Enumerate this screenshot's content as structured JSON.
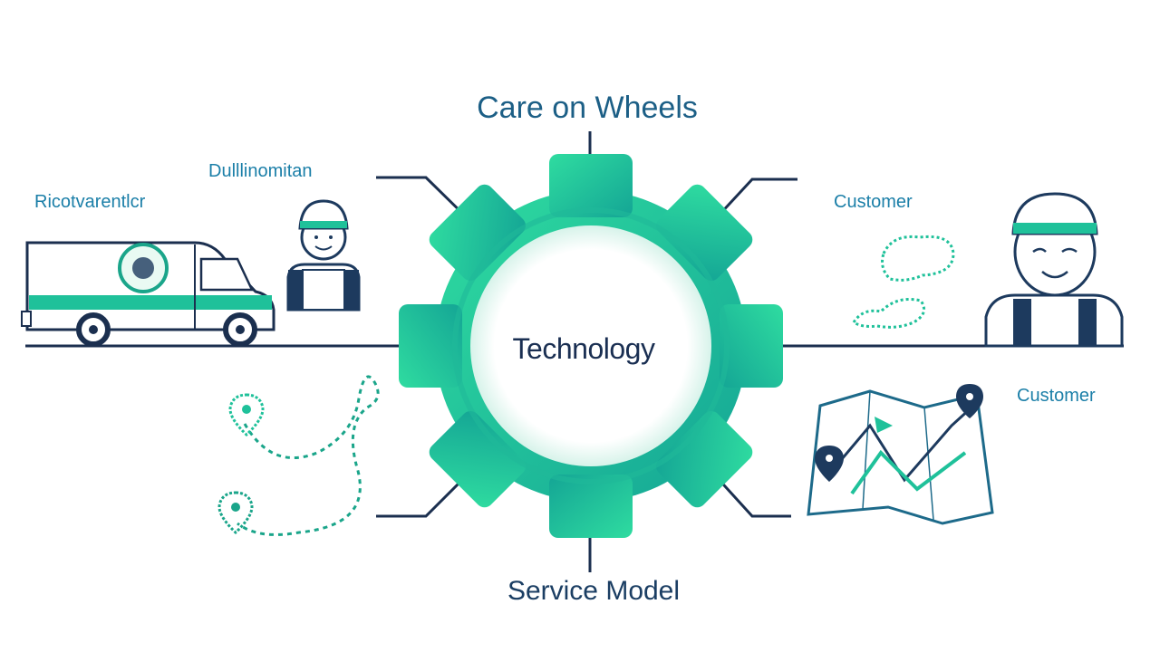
{
  "diagram": {
    "title": "Care on Wheels",
    "center_label": "Technology",
    "bottom_label": "Service Model",
    "labels": {
      "left_far": "Ricotvarentlcr",
      "left_near": "Dulllinomitan",
      "right_top": "Customer",
      "right_mid": "Customer"
    }
  },
  "colors": {
    "gear_light": "#28d49a",
    "gear_dark": "#14a898",
    "line": "#1b2f4f",
    "teal": "#1aa58a",
    "navy": "#1d3a5e",
    "label": "#1b7fa8"
  },
  "icons": {
    "van": "van-icon",
    "worker_left": "worker-avatar-icon",
    "worker_right": "customer-avatar-icon",
    "route": "route-path-icon",
    "map": "map-icon",
    "gear": "gear-icon",
    "chat": "chat-bubbles-icon"
  }
}
